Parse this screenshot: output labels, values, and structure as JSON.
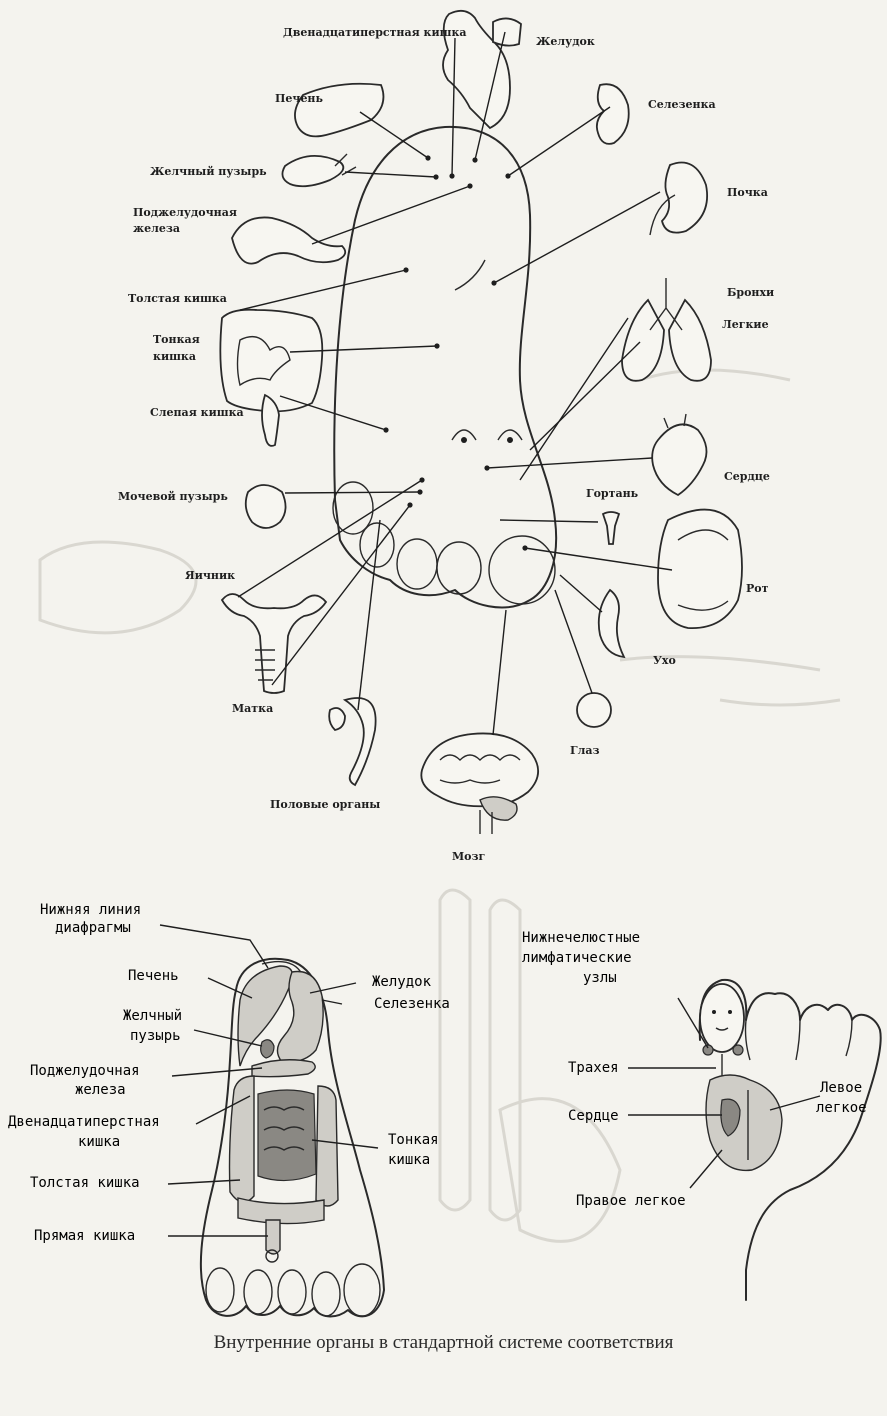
{
  "top_labels": {
    "duodenum": "Двенадцатиперстная кишка",
    "stomach": "Желудок",
    "liver": "Печень",
    "spleen": "Селезенка",
    "gallbladder": "Желчный пузырь",
    "kidney": "Почка",
    "pancreas_1": "Поджелудочная",
    "pancreas_2": "железа",
    "large_intestine": "Толстая кишка",
    "bronchi": "Бронхи",
    "lungs": "Легкие",
    "small_intestine_1": "Тонкая",
    "small_intestine_2": "кишка",
    "cecum": "Слепая кишка",
    "heart": "Сердце",
    "bladder": "Мочевой пузырь",
    "larynx": "Гортань",
    "ovary": "Яичник",
    "mouth": "Рот",
    "ear": "Ухо",
    "uterus": "Матка",
    "eye": "Глаз",
    "genitals": "Половые органы",
    "brain": "Мозг"
  },
  "bottom_left_labels": {
    "diaphragm_1": "Нижняя линия",
    "diaphragm_2": "диафрагмы",
    "liver": "Печень",
    "stomach": "Желудок",
    "spleen": "Селезенка",
    "gallbladder_1": "Желчный",
    "gallbladder_2": "пузырь",
    "pancreas_1": "Поджелудочная",
    "pancreas_2": "железа",
    "duodenum_1": "Двенадцатиперстная",
    "duodenum_2": "кишка",
    "small_intestine_1": "Тонкая",
    "small_intestine_2": "кишка",
    "large_intestine": "Толстая кишка",
    "rectum": "Прямая кишка"
  },
  "bottom_right_labels": {
    "lymph_1": "Нижнечелюстные",
    "lymph_2": "лимфатические",
    "lymph_3": "узлы",
    "trachea": "Трахея",
    "left_lung_1": "Левое",
    "left_lung_2": "легкое",
    "heart": "Сердце",
    "right_lung": "Правое легкое"
  },
  "caption": "Внутренние органы в стандартной системе соответствия"
}
